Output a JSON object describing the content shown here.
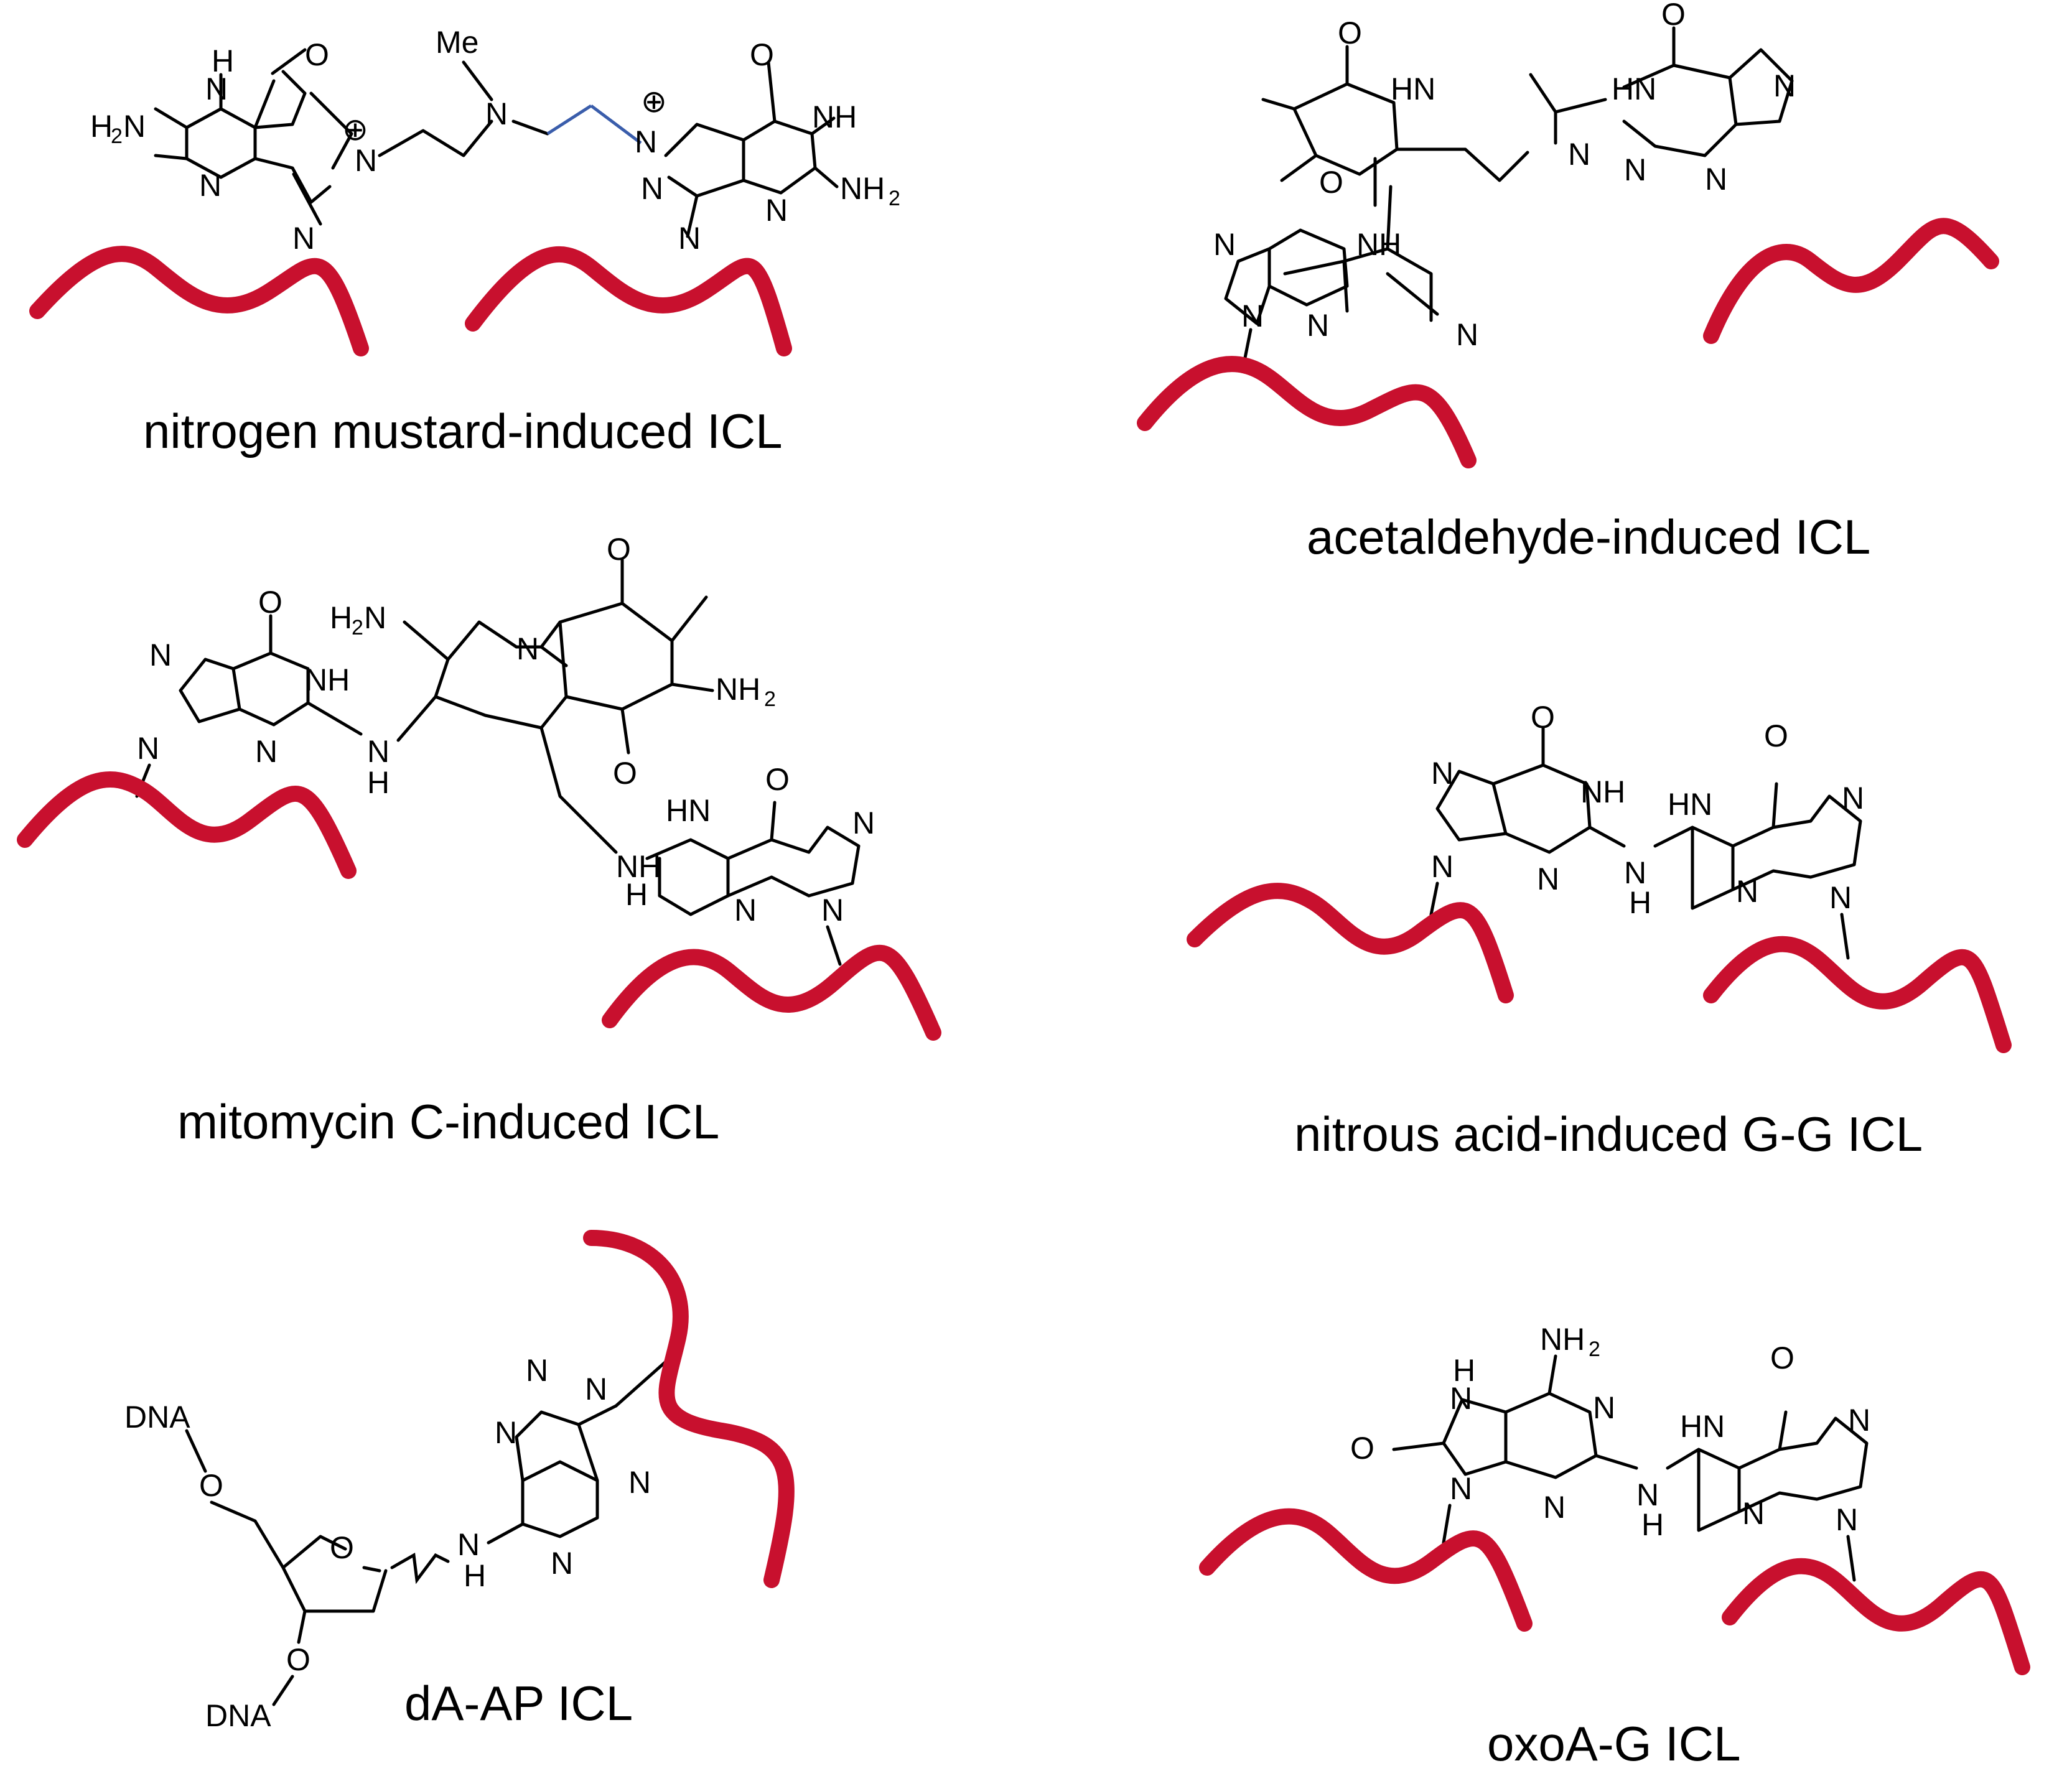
{
  "panels": {
    "p1": {
      "caption": "nitrogen mustard-induced ICL",
      "atoms": {
        "h": "H",
        "o": "O",
        "nh2": "H",
        "n2": "N",
        "n": "N",
        "plus": "⊕",
        "me": "Me",
        "nh": "NH"
      }
    },
    "p2": {
      "caption": "acetaldehyde-induced ICL",
      "atoms": {
        "o": "O",
        "nh": "NH",
        "hn": "HN",
        "n": "N"
      }
    },
    "p3": {
      "caption": "mitomycin C-induced ICL",
      "atoms": {
        "o": "O",
        "nh": "NH",
        "n": "N",
        "h": "H",
        "h2n": "H",
        "nh2": "NH",
        "hn": "HN"
      }
    },
    "p4": {
      "caption": "nitrous acid-induced G-G ICL",
      "atoms": {
        "o": "O",
        "nh": "NH",
        "hn": "HN",
        "n": "N",
        "h": "H"
      }
    },
    "p5": {
      "caption": "dA-AP ICL",
      "atoms": {
        "dna": "DNA",
        "o": "O",
        "n": "N",
        "h": "H"
      }
    },
    "p6": {
      "caption": "oxoA-G ICL",
      "atoms": {
        "nh2": "NH",
        "h": "H",
        "o": "O",
        "n": "N",
        "hn": "HN"
      }
    }
  },
  "colors": {
    "dna_ribbon": "#c8102e",
    "blue_linker": "#3a5dab"
  }
}
